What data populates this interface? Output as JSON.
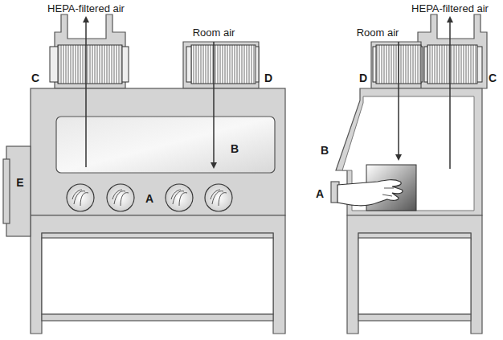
{
  "diagram": {
    "labels": [
      "HEPA-filtered air",
      "Room air",
      "C",
      "D",
      "B",
      "A",
      "E",
      "Room air",
      "HEPA-filtered air",
      "D",
      "C",
      "B",
      "A"
    ]
  }
}
